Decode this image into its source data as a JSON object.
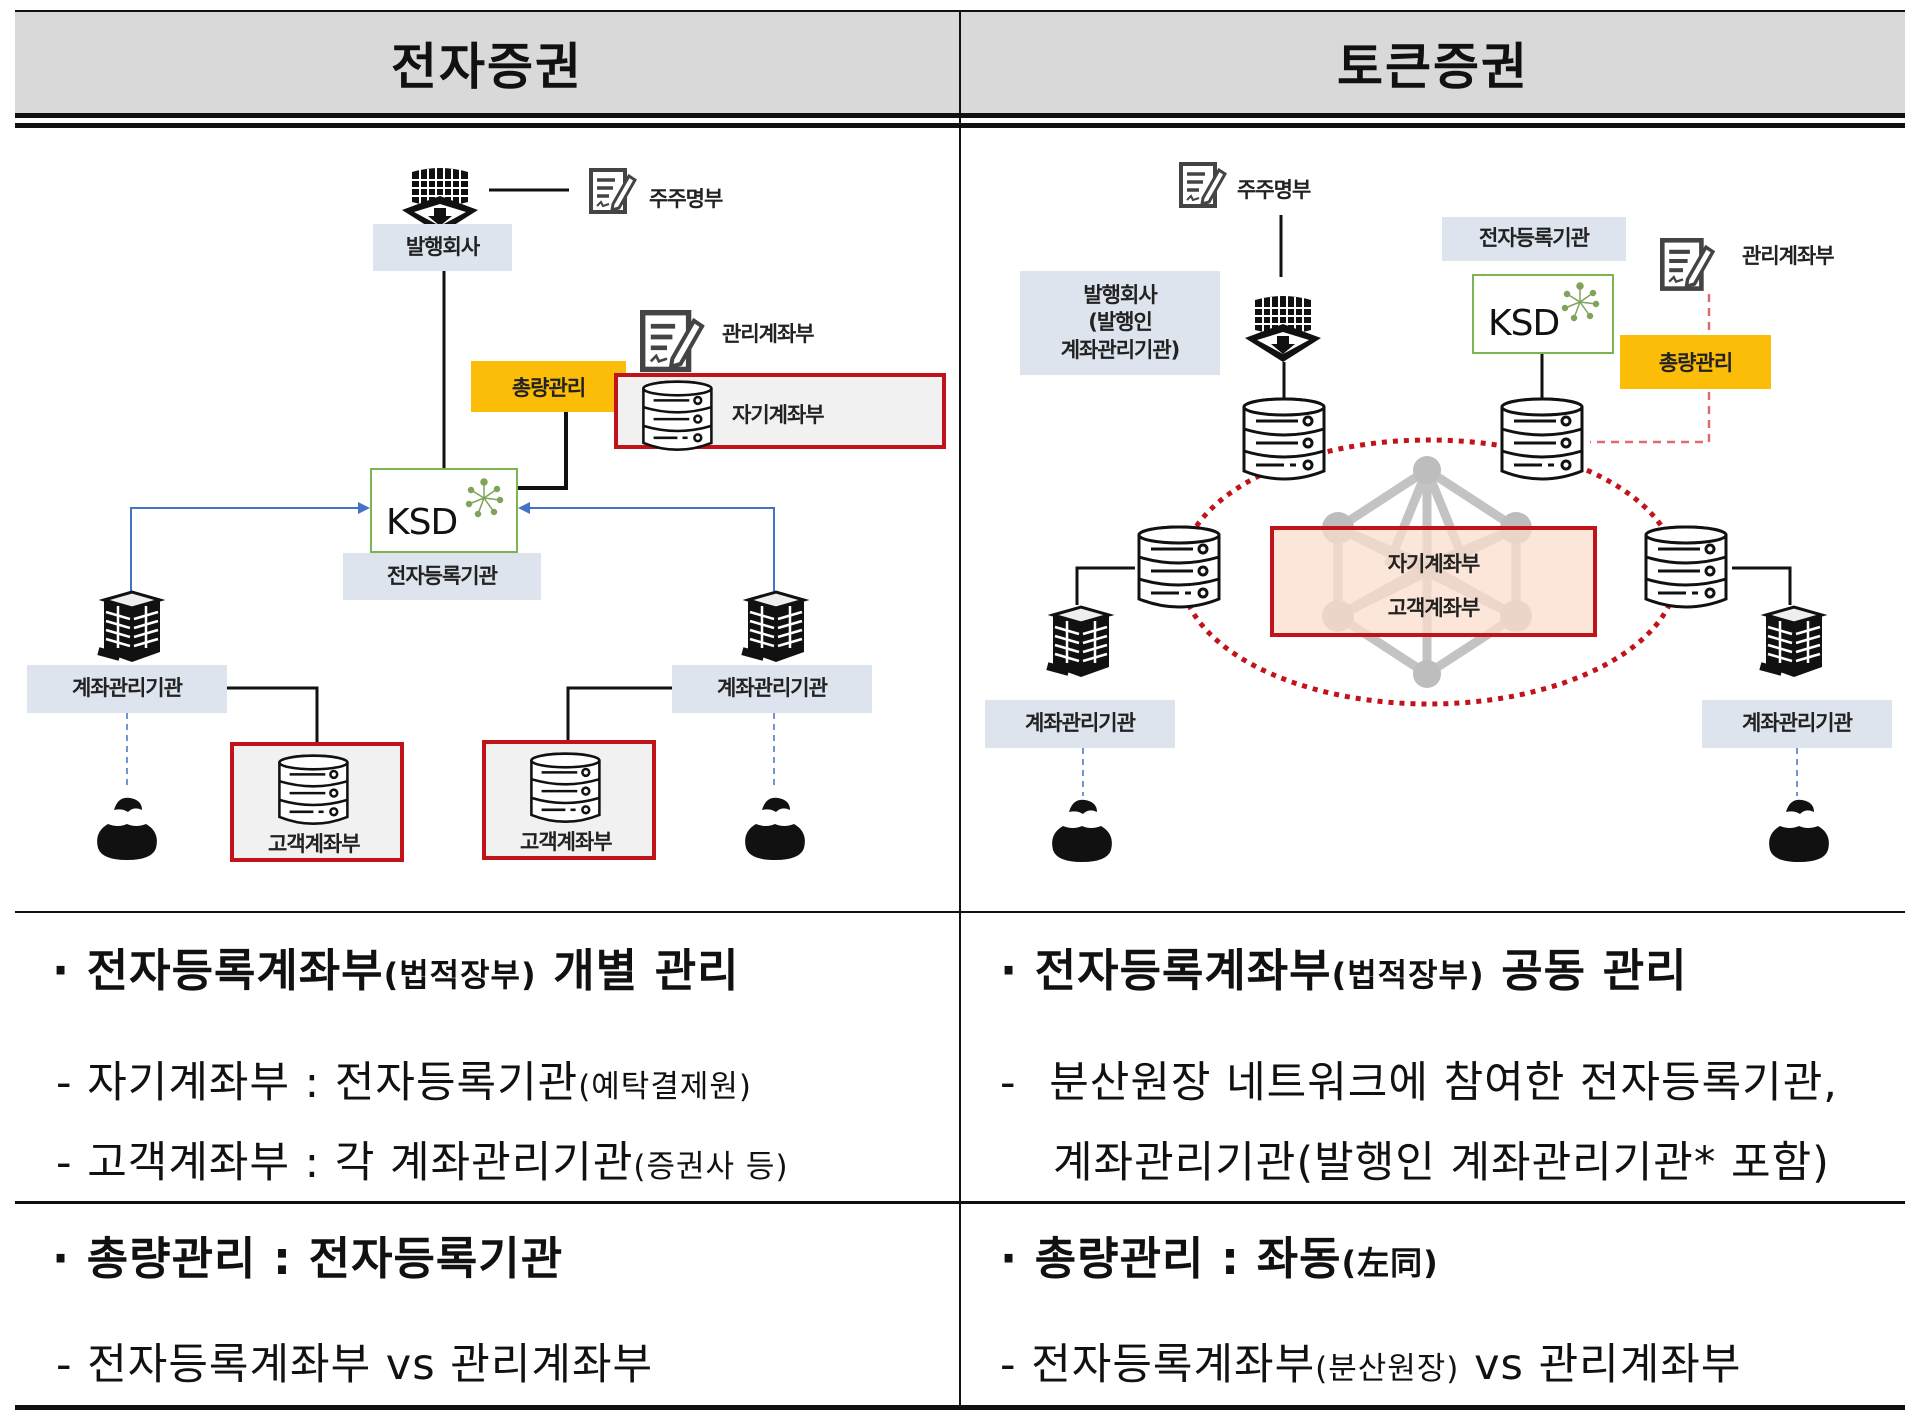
{
  "header": {
    "left_title": "전자증권",
    "right_title": "토큰증권"
  },
  "left_diagram": {
    "issuer_label": "발행회사",
    "shareholder_register": "주주명부",
    "management_ledger": "관리계좌부",
    "total_management": "총량관리",
    "own_account_ledger": "자기계좌부",
    "ksd_text": "KSD",
    "registry_label": "전자등록기관",
    "account_manager_left": "계좌관리기관",
    "account_manager_right": "계좌관리기관",
    "customer_ledger_left": "고객계좌부",
    "customer_ledger_right": "고객계좌부"
  },
  "right_diagram": {
    "shareholder_register": "주주명부",
    "issuer_label_line1": "발행회사",
    "issuer_label_line2": "(발행인",
    "issuer_label_line3": "계좌관리기관)",
    "registry_label": "전자등록기관",
    "ksd_text": "KSD",
    "management_ledger": "관리계좌부",
    "total_management": "총량관리",
    "shared_ledger_line1": "자기계좌부",
    "shared_ledger_line2": "고객계좌부",
    "account_manager_left": "계좌관리기관",
    "account_manager_right": "계좌관리기관"
  },
  "rows": {
    "row1": {
      "left": {
        "bullet": "·",
        "heading_main": "전자등록계좌부",
        "heading_paren": "(법적장부)",
        "heading_tail": " 개별 관리",
        "items": [
          {
            "dash": "-",
            "main": "자기계좌부 : 전자등록기관",
            "paren": "(예탁결제원)"
          },
          {
            "dash": "-",
            "main": "고객계좌부 : 각 계좌관리기관",
            "paren": "(증권사 등)"
          }
        ]
      },
      "right": {
        "bullet": "·",
        "heading_main": "전자등록계좌부",
        "heading_paren": "(법적장부)",
        "heading_tail": " 공동 관리",
        "item_dash": "-",
        "item_line1": "분산원장  네트워크에  참여한  전자등록기관,",
        "item_line2": "계좌관리기관(발행인 계좌관리기관* 포함)"
      }
    },
    "row2": {
      "left": {
        "bullet": "·",
        "heading": "총량관리 : 전자등록기관",
        "item_dash": "-",
        "item_text": "전자등록계좌부 vs 관리계좌부"
      },
      "right": {
        "bullet": "·",
        "heading_main": "총량관리 : 좌동",
        "heading_paren": "(左同)",
        "item_dash": "-",
        "item_main1": "전자등록계좌부",
        "item_paren": "(분산원장)",
        "item_main2": " vs 관리계좌부"
      }
    }
  },
  "colors": {
    "header_bg": "#d9d9d9",
    "label_bg": "#dde4ee",
    "highlight_yellow": "#fbbd08",
    "ledger_red": "#c0131a",
    "ksd_green": "#7cb454",
    "arrow_blue": "#4472c4",
    "shared_box_fill": "#fbe3d6"
  }
}
